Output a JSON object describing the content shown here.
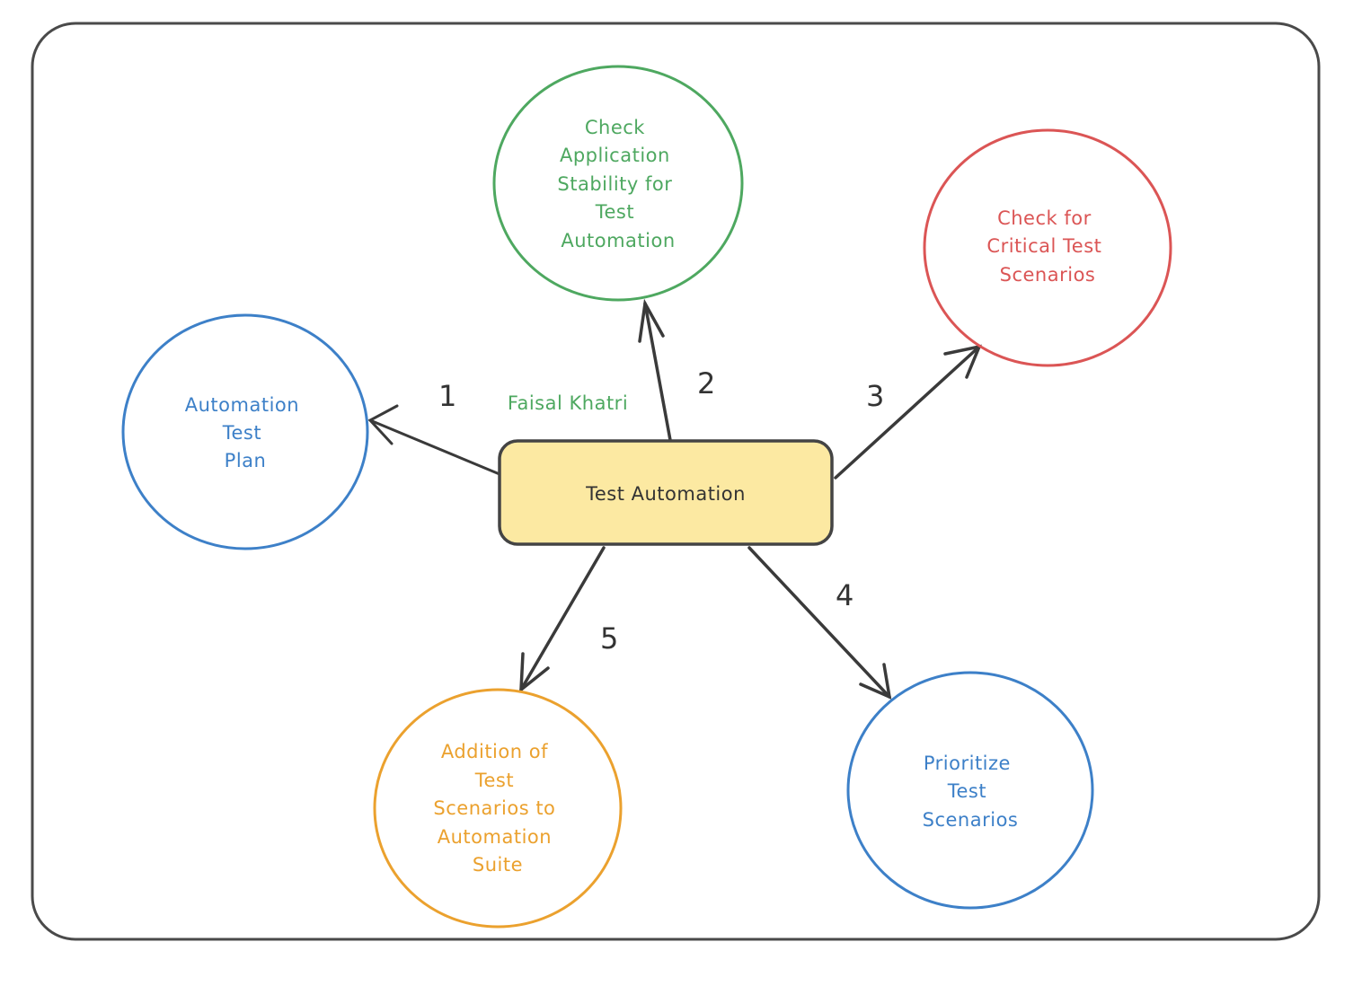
{
  "colors": {
    "frame": "#4a4a4a",
    "arrow": "#3a3a3a",
    "center_fill": "#fce9a2",
    "center_stroke": "#444444",
    "green": "#4ea860",
    "red": "#db5555",
    "blue": "#3d80c8",
    "orange": "#eba12e"
  },
  "author": "Faisal Khatri",
  "center": {
    "label": "Test Automation"
  },
  "nodes": [
    {
      "id": "automation-test-plan",
      "step": "1",
      "color": "blue",
      "lines": [
        "Automation",
        "Test",
        "Plan"
      ]
    },
    {
      "id": "check-application-stability",
      "step": "2",
      "color": "green",
      "lines": [
        "Check",
        "Application",
        "Stability for",
        "Test",
        "Automation"
      ]
    },
    {
      "id": "check-critical-scenarios",
      "step": "3",
      "color": "red",
      "lines": [
        "Check for",
        "Critical Test",
        "Scenarios"
      ]
    },
    {
      "id": "prioritize-test-scenarios",
      "step": "4",
      "color": "blue",
      "lines": [
        "Prioritize",
        "Test",
        "Scenarios"
      ]
    },
    {
      "id": "addition-to-suite",
      "step": "5",
      "color": "orange",
      "lines": [
        "Addition of",
        "Test",
        "Scenarios to",
        "Automation",
        "Suite"
      ]
    }
  ]
}
